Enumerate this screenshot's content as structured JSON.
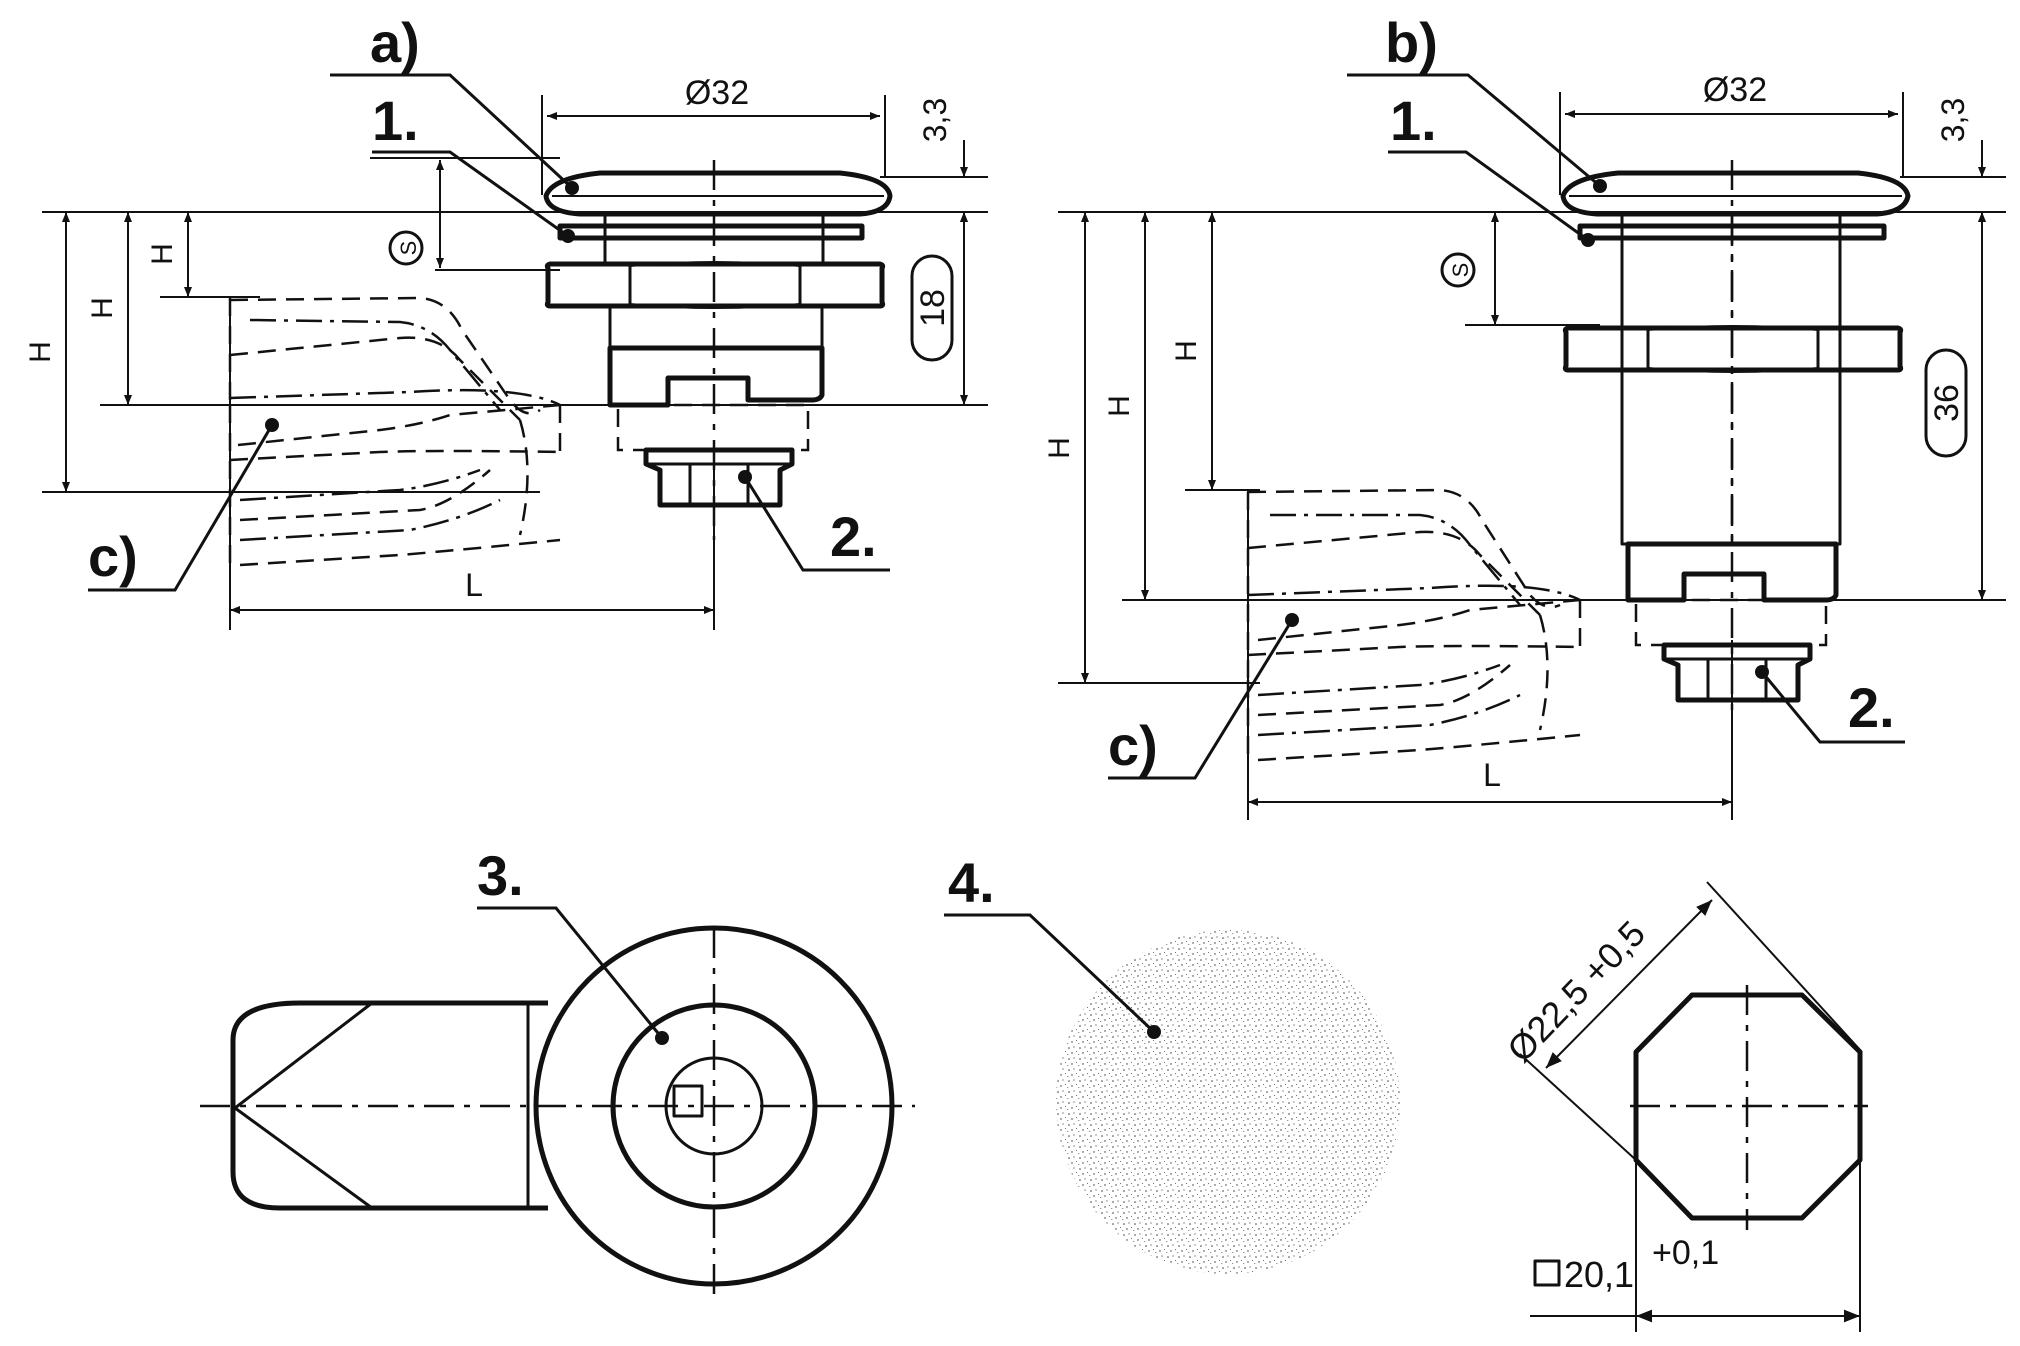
{
  "labels": {
    "variant_a": "a)",
    "variant_b": "b)",
    "part_1": "1.",
    "part_2": "2.",
    "part_3": "3.",
    "part_4": "4.",
    "cam_c": "c)"
  },
  "dimensions": {
    "diameter_head": "Ø32",
    "head_height": "3,3",
    "body_length_a": "18",
    "body_length_b": "36",
    "height": "H",
    "length": "L",
    "panel_thickness_symbol": "S",
    "cutout_diameter": "Ø22,5 +0,5",
    "cutout_flat_value": "20,1",
    "cutout_flat_tolerance": "+0,1"
  },
  "colors": {
    "ink": "#111111",
    "background": "#ffffff"
  }
}
